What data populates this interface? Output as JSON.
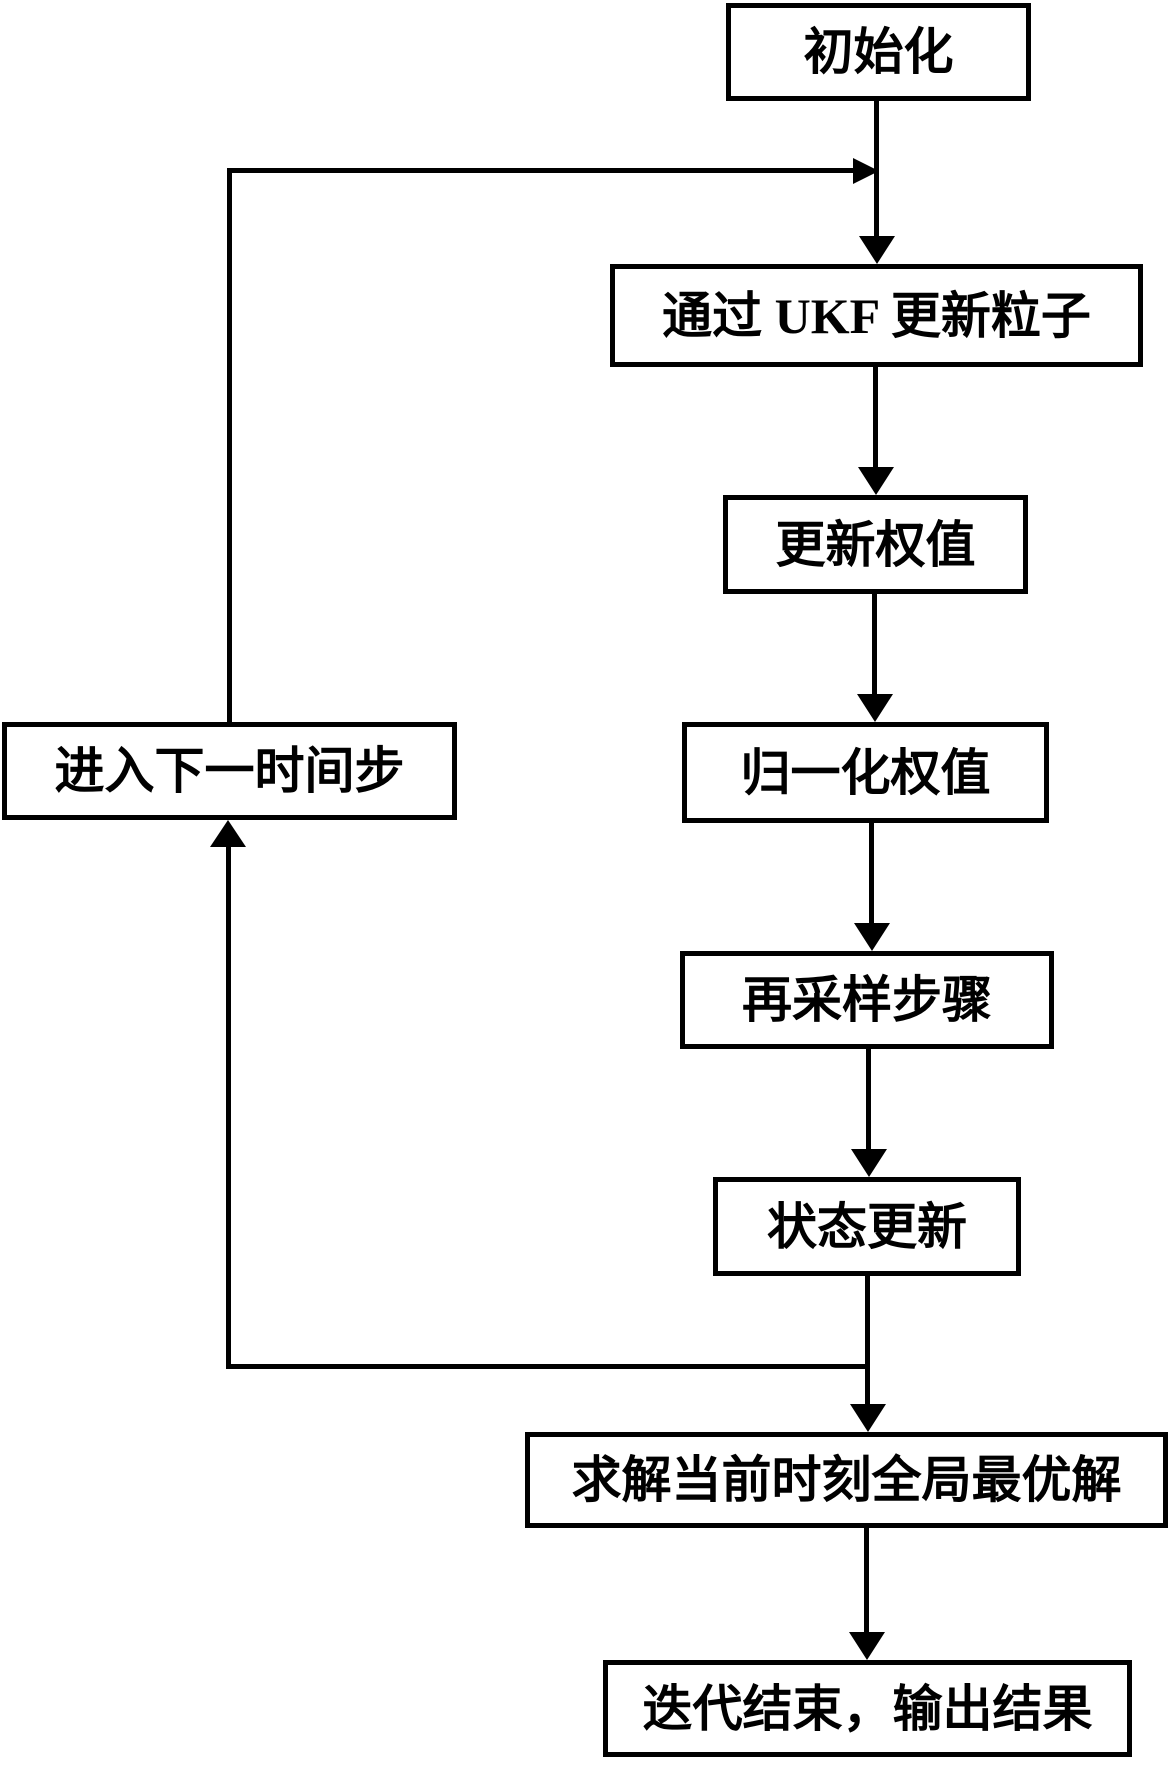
{
  "diagram": {
    "type": "flowchart",
    "colors": {
      "line": "#000000",
      "background": "#ffffff",
      "text": "#000000"
    },
    "nodes": {
      "init": {
        "label": "初始化"
      },
      "ukf_update": {
        "label": "通过 UKF 更新粒子"
      },
      "update_weights": {
        "label": "更新权值"
      },
      "normalize_weights": {
        "label": "归一化权值"
      },
      "resample": {
        "label": "再采样步骤"
      },
      "state_update": {
        "label": "状态更新"
      },
      "next_time_step": {
        "label": "进入下一时间步"
      },
      "global_best": {
        "label": "求解当前时刻全局最优解"
      },
      "end_output": {
        "label": "迭代结束，输出结果"
      }
    },
    "edges": [
      "init -> ukf_update",
      "ukf_update -> update_weights",
      "update_weights -> normalize_weights",
      "normalize_weights -> resample",
      "resample -> state_update",
      "state_update -> global_best",
      "state_update -> next_time_step",
      "next_time_step -> ukf_update",
      "global_best -> end_output"
    ]
  }
}
